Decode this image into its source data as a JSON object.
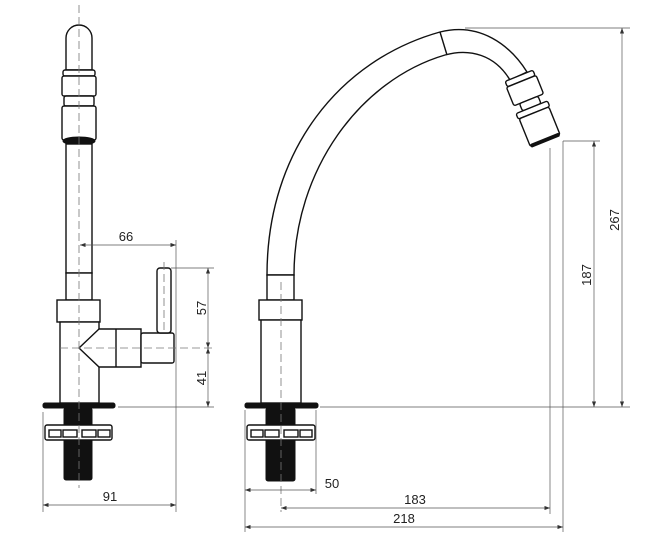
{
  "drawing": {
    "title": "Faucet technical drawing",
    "dimensions": {
      "handle_reach": "66",
      "handle_height": "57",
      "handle_axis_height": "41",
      "side_width": "91",
      "base_to_axis": "50",
      "spout_reach": "183",
      "overall_width": "218",
      "outlet_height": "187",
      "overall_height": "267"
    },
    "units": "mm",
    "line_color": "#111111",
    "dimension_color": "#555555"
  }
}
